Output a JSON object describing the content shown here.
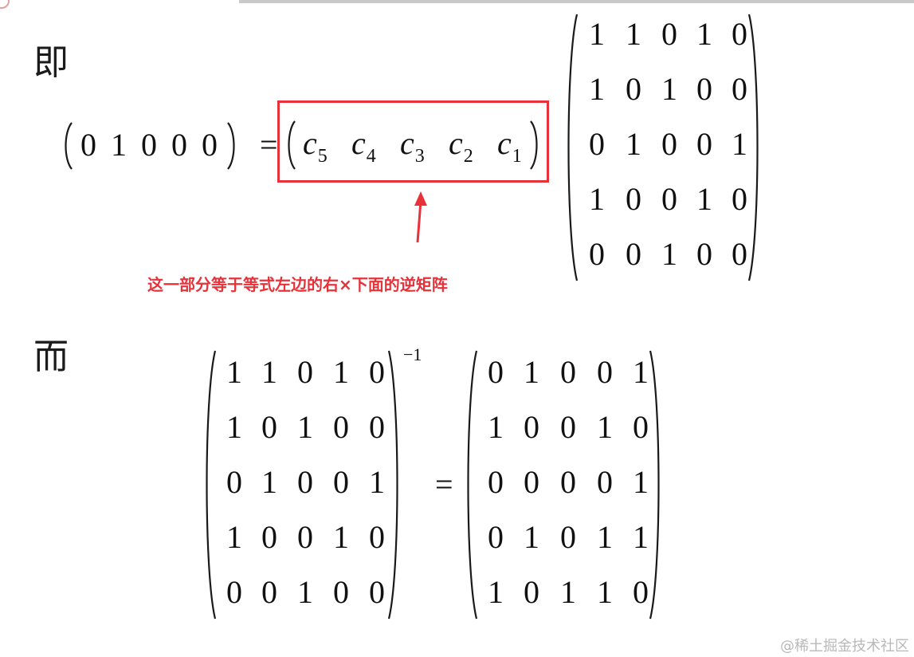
{
  "label_ji": "即",
  "label_er": "而",
  "row_vector": [
    "0",
    "1",
    "0",
    "0",
    "0"
  ],
  "equals": "=",
  "c_vector": [
    {
      "base": "c",
      "sub": "5"
    },
    {
      "base": "c",
      "sub": "4"
    },
    {
      "base": "c",
      "sub": "3"
    },
    {
      "base": "c",
      "sub": "2"
    },
    {
      "base": "c",
      "sub": "1"
    }
  ],
  "annotation": "这一部分等于等式左边的右×下面的逆矩阵",
  "matrix_top": [
    [
      "1",
      "1",
      "0",
      "1",
      "0"
    ],
    [
      "1",
      "0",
      "1",
      "0",
      "0"
    ],
    [
      "0",
      "1",
      "0",
      "0",
      "1"
    ],
    [
      "1",
      "0",
      "0",
      "1",
      "0"
    ],
    [
      "0",
      "0",
      "1",
      "0",
      "0"
    ]
  ],
  "matrix_left": [
    [
      "1",
      "1",
      "0",
      "1",
      "0"
    ],
    [
      "1",
      "0",
      "1",
      "0",
      "0"
    ],
    [
      "0",
      "1",
      "0",
      "0",
      "1"
    ],
    [
      "1",
      "0",
      "0",
      "1",
      "0"
    ],
    [
      "0",
      "0",
      "1",
      "0",
      "0"
    ]
  ],
  "inverse_exponent": "−1",
  "matrix_right": [
    [
      "0",
      "1",
      "0",
      "0",
      "1"
    ],
    [
      "1",
      "0",
      "0",
      "1",
      "0"
    ],
    [
      "0",
      "0",
      "0",
      "0",
      "1"
    ],
    [
      "0",
      "1",
      "0",
      "1",
      "1"
    ],
    [
      "1",
      "0",
      "1",
      "1",
      "0"
    ]
  ],
  "watermark": "@稀土掘金技术社区",
  "colors": {
    "accent_red": "#e8323a",
    "text": "#111111"
  }
}
